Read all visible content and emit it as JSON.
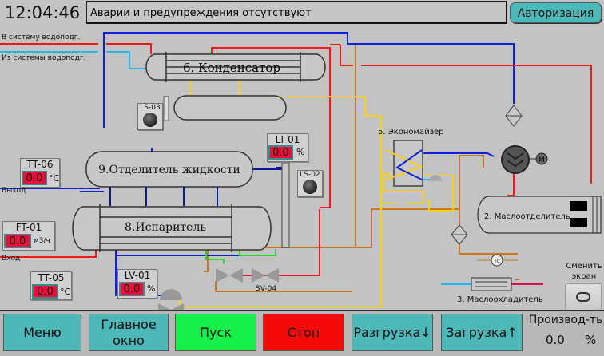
{
  "header": {
    "clock": "12:04:46",
    "alarm_text": "Аварии и предупреждения отсутствуют",
    "auth_button": "Авторизация"
  },
  "water_lines": {
    "to_system": "В систему водоподг.",
    "from_system": "Из системы водоподг.",
    "outlet": "Выход",
    "inlet": "Вход"
  },
  "equipment": {
    "condenser": "6. Конденсатор",
    "liquid_separator": "9.Отделитель жидкости",
    "evaporator": "8.Испаритель",
    "economizer": "5. Экономайзер",
    "oil_separator": "2. Маслоотделитель",
    "oil_cooler": "3. Маслоохладитель",
    "motor": "M",
    "tc": "TC",
    "sv04": "SV-04"
  },
  "sensors": {
    "tt06": {
      "name": "TT-06",
      "value": "0.0",
      "unit": "°C"
    },
    "ft01": {
      "name": "FT-01",
      "value": "0.0",
      "unit": "м3/ч"
    },
    "tt05": {
      "name": "TT-05",
      "value": "0.0",
      "unit": "°C"
    },
    "lt01": {
      "name": "LT-01",
      "value": "0.0",
      "unit": "%"
    },
    "lv01": {
      "name": "LV-01",
      "value": "0.0",
      "unit": "%"
    },
    "ls02": {
      "name": "LS-02"
    },
    "ls03": {
      "name": "LS-03"
    }
  },
  "screen_switch": {
    "label_line1": "Сменить",
    "label_line2": "экран"
  },
  "footer": {
    "menu": "Меню",
    "main_line1": "Главное",
    "main_line2": "окно",
    "start": "Пуск",
    "stop": "Стоп",
    "unload": "Разгрузка↓",
    "load": "Загрузка↑",
    "capacity_label": "Производ-ть",
    "capacity_value": "0.0",
    "capacity_unit": "%"
  },
  "colors": {
    "teal": "#4db8b8",
    "start": "#16f04a",
    "stop": "#f50a0a",
    "value_bg": "#e8103a",
    "pipe_red": "#f01818",
    "pipe_blue": "#1022d8",
    "pipe_cyan": "#20b8f0",
    "pipe_yellow": "#f8d018",
    "pipe_orange": "#c8781a",
    "pipe_green": "#20e020"
  }
}
